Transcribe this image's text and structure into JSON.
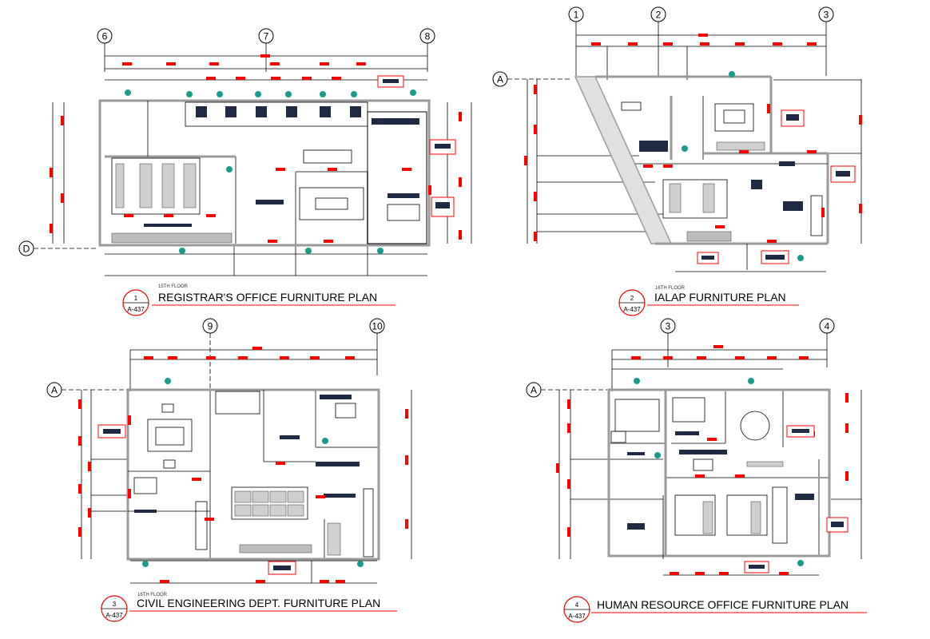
{
  "colors": {
    "line": "#000000",
    "wall": "#9a9a9a",
    "accent": "#ff0000",
    "furniture": "#1f2a44",
    "door": "#1b9c8a"
  },
  "plans": [
    {
      "id": "registrar",
      "number": "1",
      "sheet": "A-437",
      "floor": "15TH FLOOR",
      "title": "REGISTRAR'S OFFICE FURNITURE PLAN",
      "grid_top": [
        "6",
        "7",
        "8"
      ],
      "grid_left": [
        "D"
      ]
    },
    {
      "id": "ialap",
      "number": "2",
      "sheet": "A-437",
      "floor": "16TH FLOOR",
      "title": "IALAP FURNITURE PLAN",
      "grid_top": [
        "1",
        "2",
        "3"
      ],
      "grid_left": [
        "A"
      ]
    },
    {
      "id": "civil",
      "number": "3",
      "sheet": "A-437",
      "floor": "16TH FLOOR",
      "title": "CIVIL ENGINEERING DEPT. FURNITURE PLAN",
      "grid_top": [
        "9",
        "10"
      ],
      "grid_left": [
        "A"
      ]
    },
    {
      "id": "hr",
      "number": "4",
      "sheet": "A-437",
      "floor": "",
      "title": "HUMAN RESOURCE OFFICE FURNITURE PLAN",
      "grid_top": [
        "3",
        "4"
      ],
      "grid_left": [
        "A"
      ]
    }
  ]
}
